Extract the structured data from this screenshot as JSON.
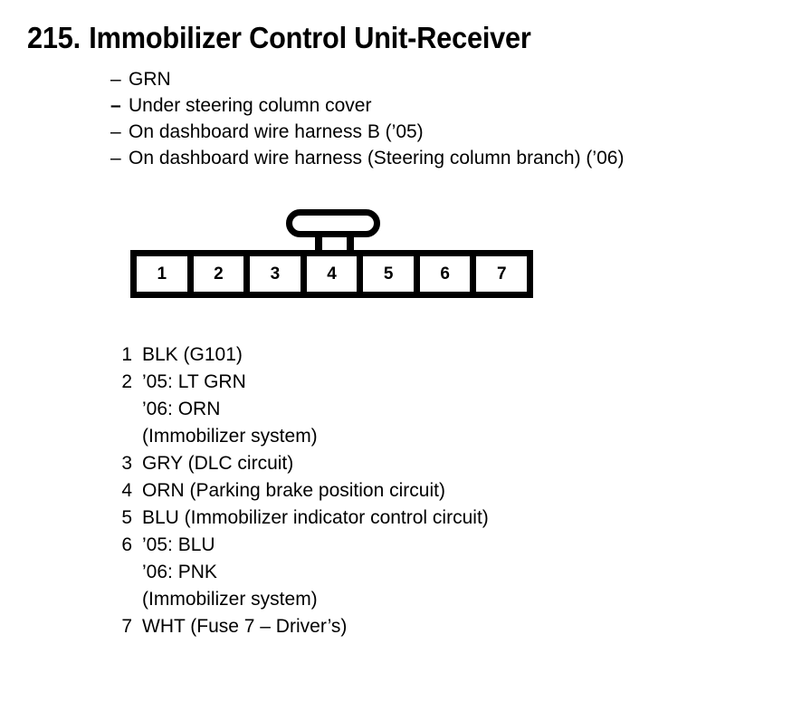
{
  "title": {
    "number": "215.",
    "name": "Immobilizer Control Unit-Receiver"
  },
  "description": {
    "dash": "–",
    "lines": [
      {
        "text": "GRN",
        "bold_dash": false
      },
      {
        "text": "Under steering column cover",
        "bold_dash": true
      },
      {
        "text": "On dashboard wire harness B (’05)",
        "bold_dash": false
      },
      {
        "text": "On dashboard wire harness (Steering column branch) (’06)",
        "bold_dash": false
      }
    ]
  },
  "connector": {
    "pins": [
      "1",
      "2",
      "3",
      "4",
      "5",
      "6",
      "7"
    ],
    "tab_position_pin": "4",
    "outline_color": "#000000",
    "fill_color": "#ffffff"
  },
  "pin_legend": [
    {
      "num": "1",
      "desc": "BLK (G101)",
      "continuation": false
    },
    {
      "num": "2",
      "desc": "’05: LT GRN",
      "continuation": false
    },
    {
      "num": "",
      "desc": "’06: ORN",
      "continuation": true
    },
    {
      "num": "",
      "desc": "(Immobilizer system)",
      "continuation": true
    },
    {
      "num": "3",
      "desc": "GRY (DLC circuit)",
      "continuation": false
    },
    {
      "num": "4",
      "desc": "ORN (Parking brake position circuit)",
      "continuation": false
    },
    {
      "num": "5",
      "desc": "BLU (Immobilizer indicator control circuit)",
      "continuation": false
    },
    {
      "num": "6",
      "desc": "’05: BLU",
      "continuation": false
    },
    {
      "num": "",
      "desc": "’06: PNK",
      "continuation": true
    },
    {
      "num": "",
      "desc": "(Immobilizer system)",
      "continuation": true
    },
    {
      "num": "7",
      "desc": "WHT (Fuse 7 – Driver’s)",
      "continuation": false
    }
  ]
}
